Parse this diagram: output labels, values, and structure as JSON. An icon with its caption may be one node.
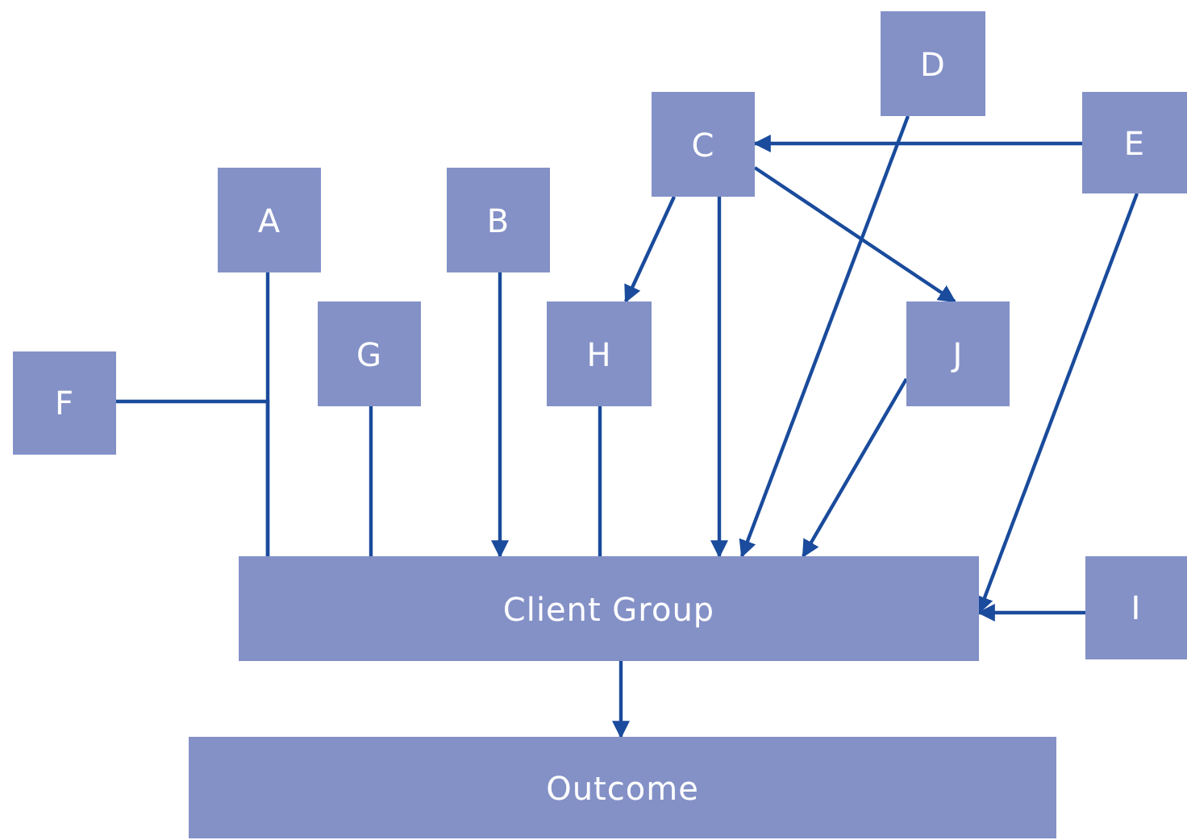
{
  "diagram": {
    "nodes": [
      {
        "text": [
          "D"
        ]
      },
      {
        "text": [
          "C"
        ]
      },
      {
        "text": [
          "E"
        ]
      },
      {
        "text": [
          "A"
        ]
      },
      {
        "text": [
          "B"
        ]
      },
      {
        "text": [
          "G"
        ]
      },
      {
        "text": [
          "H"
        ]
      },
      {
        "text": [
          "J"
        ]
      },
      {
        "text": [
          "F"
        ]
      },
      {
        "text": [
          "Client Group"
        ]
      },
      {
        "text": [
          "I"
        ]
      },
      {
        "text": [
          "Outcome"
        ]
      }
    ],
    "edges": [
      {
        "from": 3,
        "to": 9,
        "arrow": "none"
      },
      {
        "from": 8,
        "to": 9,
        "arrow": "none"
      },
      {
        "from": 5,
        "to": 9,
        "arrow": "none"
      },
      {
        "from": 4,
        "to": 9,
        "arrow": "to"
      },
      {
        "from": 6,
        "to": 9,
        "arrow": "none"
      },
      {
        "from": 1,
        "to": 6,
        "arrow": "to"
      },
      {
        "from": 1,
        "to": 9,
        "arrow": "to"
      },
      {
        "from": 1,
        "to": 7,
        "arrow": "to"
      },
      {
        "from": 0,
        "to": 9,
        "arrow": "to"
      },
      {
        "from": 2,
        "to": 1,
        "arrow": "to"
      },
      {
        "from": 2,
        "to": 9,
        "arrow": "to"
      },
      {
        "from": 7,
        "to": 9,
        "arrow": "to"
      },
      {
        "from": 10,
        "to": 9,
        "arrow": "to"
      },
      {
        "from": 9,
        "to": 11,
        "arrow": "to"
      }
    ]
  }
}
